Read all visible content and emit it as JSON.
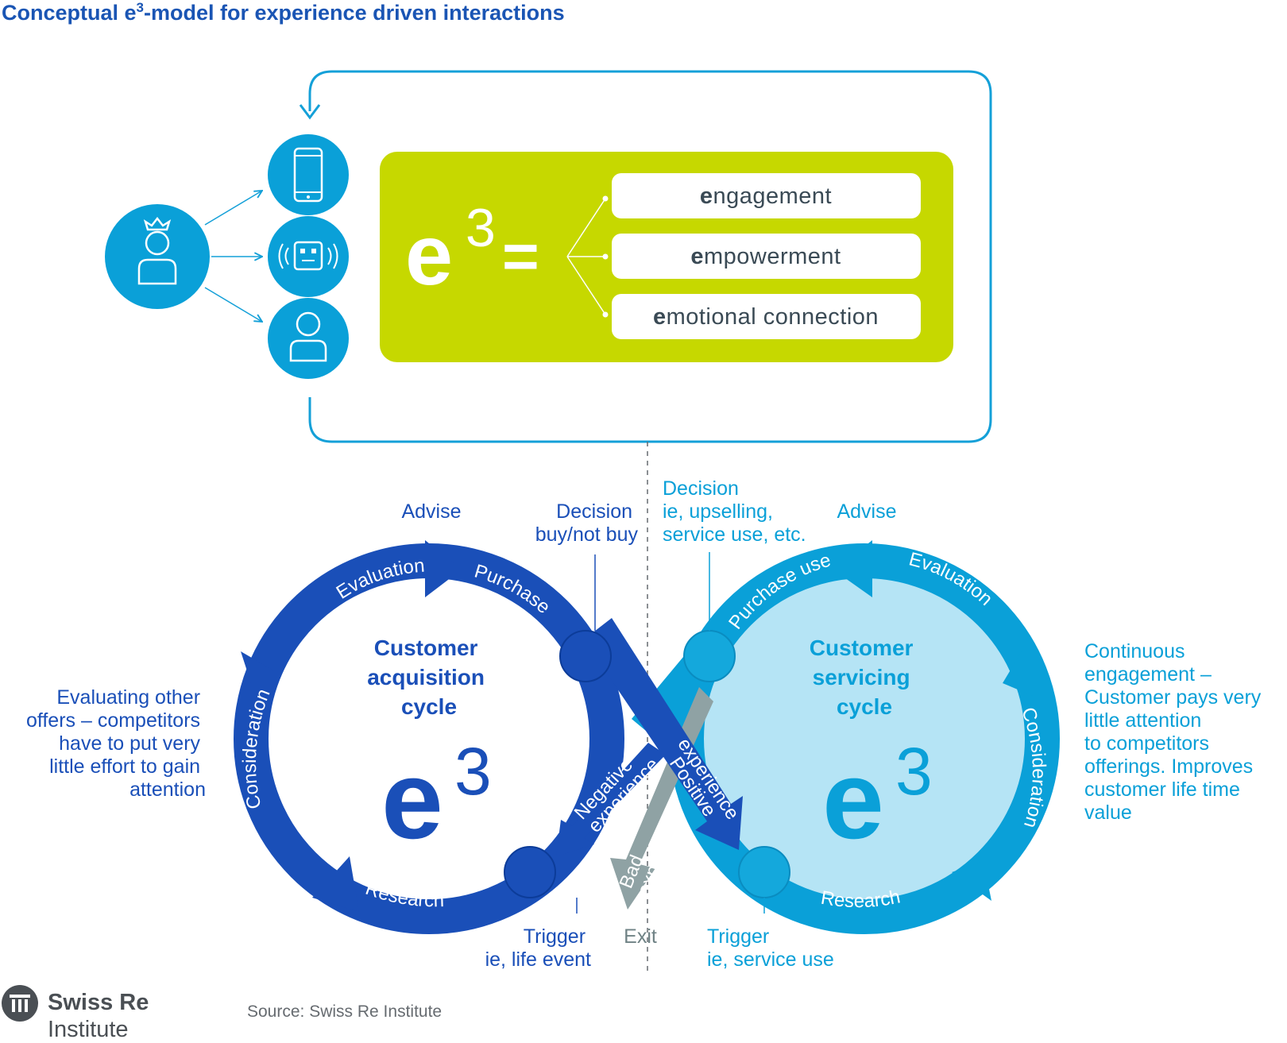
{
  "title": {
    "main": "Conceptual e",
    "sup": "3",
    "rest": "-model for experience driven interactions"
  },
  "e3_box": {
    "symbol": "e",
    "exponent": "3",
    "equals": "=",
    "items": [
      {
        "letter": "e",
        "rest": "ngagement"
      },
      {
        "letter": "e",
        "rest": "mpowerment"
      },
      {
        "letter": "e",
        "rest": "motional connection"
      }
    ]
  },
  "acquisition": {
    "title_lines": [
      "Customer",
      "acquisition",
      "cycle"
    ],
    "stages": {
      "advise": "Advise",
      "evaluation": "Evaluation",
      "purchase": "Purchase",
      "consideration": "Consideration",
      "research": "Research"
    },
    "decision_lines": [
      "Decision",
      "buy/not buy"
    ],
    "trigger_lines": [
      "Trigger",
      "ie, life event"
    ],
    "note_lines": [
      "Evaluating other",
      "offers – competitors",
      "have to put very",
      "little effort to gain",
      "attention"
    ],
    "e": "e",
    "exp": "3"
  },
  "servicing": {
    "title_lines": [
      "Customer",
      "servicing",
      "cycle"
    ],
    "stages": {
      "advise": "Advise",
      "evaluation": "Evaluation",
      "purchase_use": "Purchase use",
      "consideration": "Consideration",
      "research": "Research"
    },
    "decision_lines": [
      "Decision",
      "ie, upselling,",
      "service use, etc."
    ],
    "trigger_lines": [
      "Trigger",
      "ie, service use"
    ],
    "note_lines": [
      "Continuous",
      "engagement –",
      "Customer pays very",
      "little attention",
      "to competitors",
      "offerings. Improves",
      "customer life time",
      "value"
    ],
    "e": "e",
    "exp": "3"
  },
  "crossover": {
    "negative": [
      "Negative",
      "experience"
    ],
    "positive": [
      "Positive",
      "experience"
    ],
    "bad": [
      "Bad",
      "experience"
    ],
    "exit": "Exit"
  },
  "footer": {
    "brand": "Swiss Re",
    "brand_sub": "Institute",
    "source": "Source: Swiss Re Institute"
  },
  "colors": {
    "dark_blue": "#1a4fb8",
    "mid_blue": "#0aa0d8",
    "light_blue": "#b5e4f5",
    "lime": "#c6d800",
    "grey": "#8fa2a4",
    "text_blue": "#1a55b4"
  },
  "icons": [
    "king-customer-icon",
    "smartphone-icon",
    "robot-advisor-icon",
    "person-agent-icon",
    "swiss-re-logo-icon"
  ]
}
